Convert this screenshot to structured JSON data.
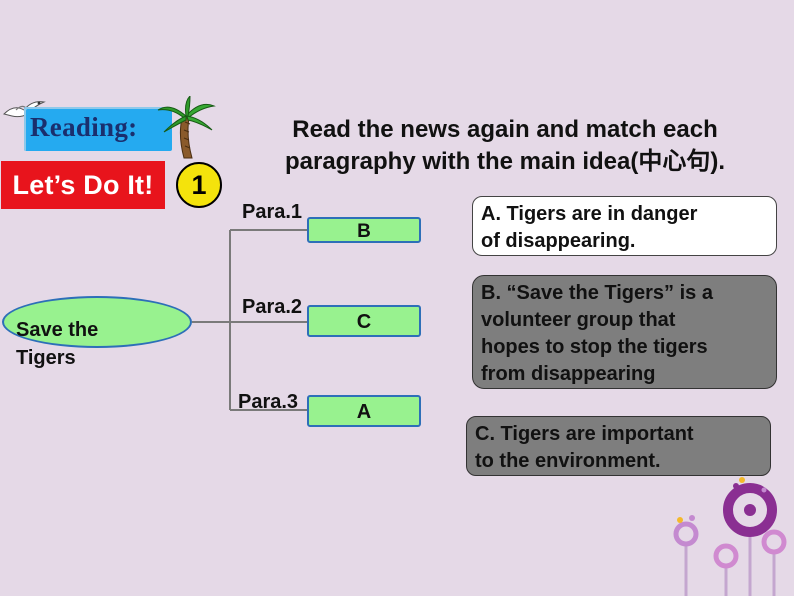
{
  "badges": {
    "reading": "Reading:",
    "lets_do_it": "Let’s Do It!",
    "step_number": "1"
  },
  "title": {
    "line1": "Read the news again and match each",
    "line2": "paragraphy with the main idea(中心句)."
  },
  "center_topic": {
    "line1": "Save the",
    "line2": "Tigers"
  },
  "paragraphs": [
    {
      "label": "Para.1",
      "answer": "B"
    },
    {
      "label": "Para.2",
      "answer": "C"
    },
    {
      "label": "Para.3",
      "answer": "A"
    }
  ],
  "main_ideas": {
    "a": {
      "line1": "A.  Tigers are in danger",
      "line2": "of disappearing."
    },
    "b": {
      "line1": "B.  “Save the Tigers” is a",
      "line2": "volunteer group that",
      "line3": "hopes to stop the tigers",
      "line4": "from disappearing"
    },
    "c": {
      "line1": "C.  Tigers are important",
      "line2": "to the environment."
    }
  },
  "colors": {
    "background": "#e5d9e7",
    "reading_badge": "#25aaf0",
    "lets_do_it_bg": "#e8141c",
    "step_circle": "#f4e30c",
    "answer_fill": "#98f28f",
    "answer_border": "#2d6fb8",
    "idea_gray": "#7e7e7e",
    "connector": "#7a7a7a",
    "decor_purple": "#8a2f92"
  },
  "icons": [
    "seagull-icon",
    "palm-tree-icon",
    "flower-decoration-icon"
  ]
}
